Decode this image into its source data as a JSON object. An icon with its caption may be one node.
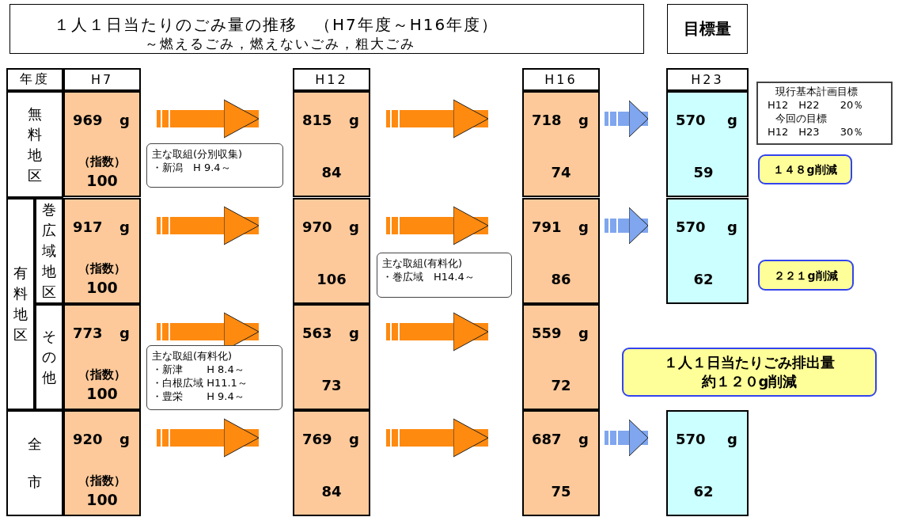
{
  "diagram": {
    "title": "１人１日当たりのごみ量の推移　（H7年度～H16年度）",
    "nodes": [
      {
        "text": [
          "目標量"
        ]
      },
      {
        "text": [
          "年度"
        ]
      },
      {
        "text": [
          "H7"
        ]
      },
      {
        "text": [
          "H12"
        ]
      },
      {
        "text": [
          "H16"
        ]
      },
      {
        "text": [
          "H23"
        ]
      },
      {
        "text": [
          "無料地区"
        ]
      },
      {
        "text": [
          "有料地区"
        ]
      },
      {
        "text": [
          "巻広域地区"
        ]
      },
      {
        "text": [
          "その他"
        ]
      },
      {
        "text": [
          "全市"
        ]
      },
      {
        "text": [
          "969 g",
          "（指数）",
          "100"
        ]
      },
      {
        "text": [
          "815 g",
          "84"
        ]
      },
      {
        "text": [
          "718 g",
          "74"
        ]
      },
      {
        "text": [
          "570 g",
          "59"
        ]
      },
      {
        "text": [
          "917 g",
          "（指数）",
          "100"
        ]
      },
      {
        "text": [
          "970 g",
          "106"
        ]
      },
      {
        "text": [
          "791 g",
          "86"
        ]
      },
      {
        "text": [
          "570 g",
          "62"
        ]
      },
      {
        "text": [
          "773 g",
          "（指数）",
          "100"
        ]
      },
      {
        "text": [
          "563 g",
          "73"
        ]
      },
      {
        "text": [
          "559 g",
          "72"
        ]
      },
      {
        "text": [
          "920 g",
          "（指数）",
          "100"
        ]
      },
      {
        "text": [
          "769 g",
          "84"
        ]
      },
      {
        "text": [
          "687 g",
          "75"
        ]
      },
      {
        "text": [
          "570 g",
          "62"
        ]
      },
      {
        "text": [
          "主な取組(分別収集)",
          "・新潟　H 9.4～"
        ]
      },
      {
        "text": [
          "主な取組(有料化)",
          "・巻広域　H14.4～"
        ]
      },
      {
        "text": [
          "主な取組(有料化)",
          "・新津　　 H 8.4～",
          "・白根広域 H11.1～",
          "・豊栄　　 H 9.4～"
        ]
      },
      {
        "text": [
          "現行基本計画目標",
          "H12　H22　　20％",
          "今回の目標",
          "H12　H23　　30％"
        ]
      },
      {
        "text": [
          "１４８g削減"
        ]
      },
      {
        "text": [
          "２２１g削減"
        ]
      },
      {
        "text": [
          "１人１日当たりごみ排出量",
          "約１２０g削減"
        ]
      }
    ],
    "edges": [
      {
        "from": 11,
        "to": 12,
        "arrow": "to"
      },
      {
        "from": 12,
        "to": 13,
        "arrow": "to"
      },
      {
        "from": 13,
        "to": 14,
        "arrow": "to",
        "color": "#7fa6ee"
      },
      {
        "from": 15,
        "to": 16,
        "arrow": "to"
      },
      {
        "from": 16,
        "to": 17,
        "arrow": "to"
      },
      {
        "from": 17,
        "to": 18,
        "arrow": "to",
        "color": "#7fa6ee"
      },
      {
        "from": 19,
        "to": 20,
        "arrow": "to"
      },
      {
        "from": 20,
        "to": 21,
        "arrow": "to"
      },
      {
        "from": 22,
        "to": 23,
        "arrow": "to"
      },
      {
        "from": 23,
        "to": 24,
        "arrow": "to"
      },
      {
        "from": 24,
        "to": 25,
        "arrow": "to",
        "color": "#7fa6ee"
      }
    ],
    "labels": [
      "～燃えるごみ，燃えないごみ，粗大ごみ"
    ]
  }
}
